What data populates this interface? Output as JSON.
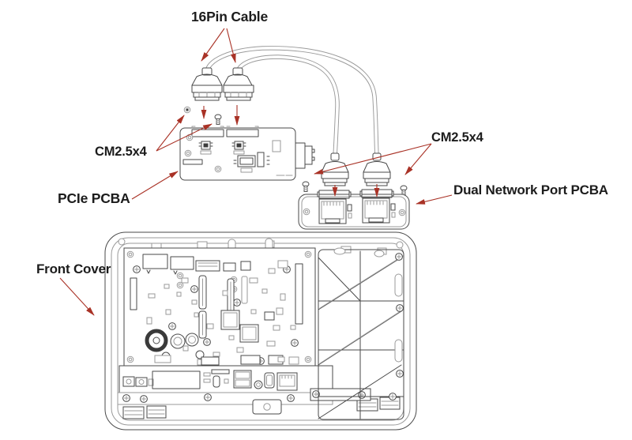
{
  "diagram": {
    "title": "hardware-assembly-exploded-view",
    "colors": {
      "line": "#4a4a4a",
      "line-light": "#9a9a9a",
      "arrow": "#a93226",
      "text": "#1c1c1c",
      "fill": "#ffffff"
    },
    "labels": {
      "pin_cable": "16Pin Cable",
      "cm25x4_left": "CM2.5x4",
      "cm25x4_right": "CM2.5x4",
      "pcie_pcba": "PCIe PCBA",
      "dual_network_port_pcba": "Dual Network Port PCBA",
      "front_cover": "Front Cover"
    }
  }
}
